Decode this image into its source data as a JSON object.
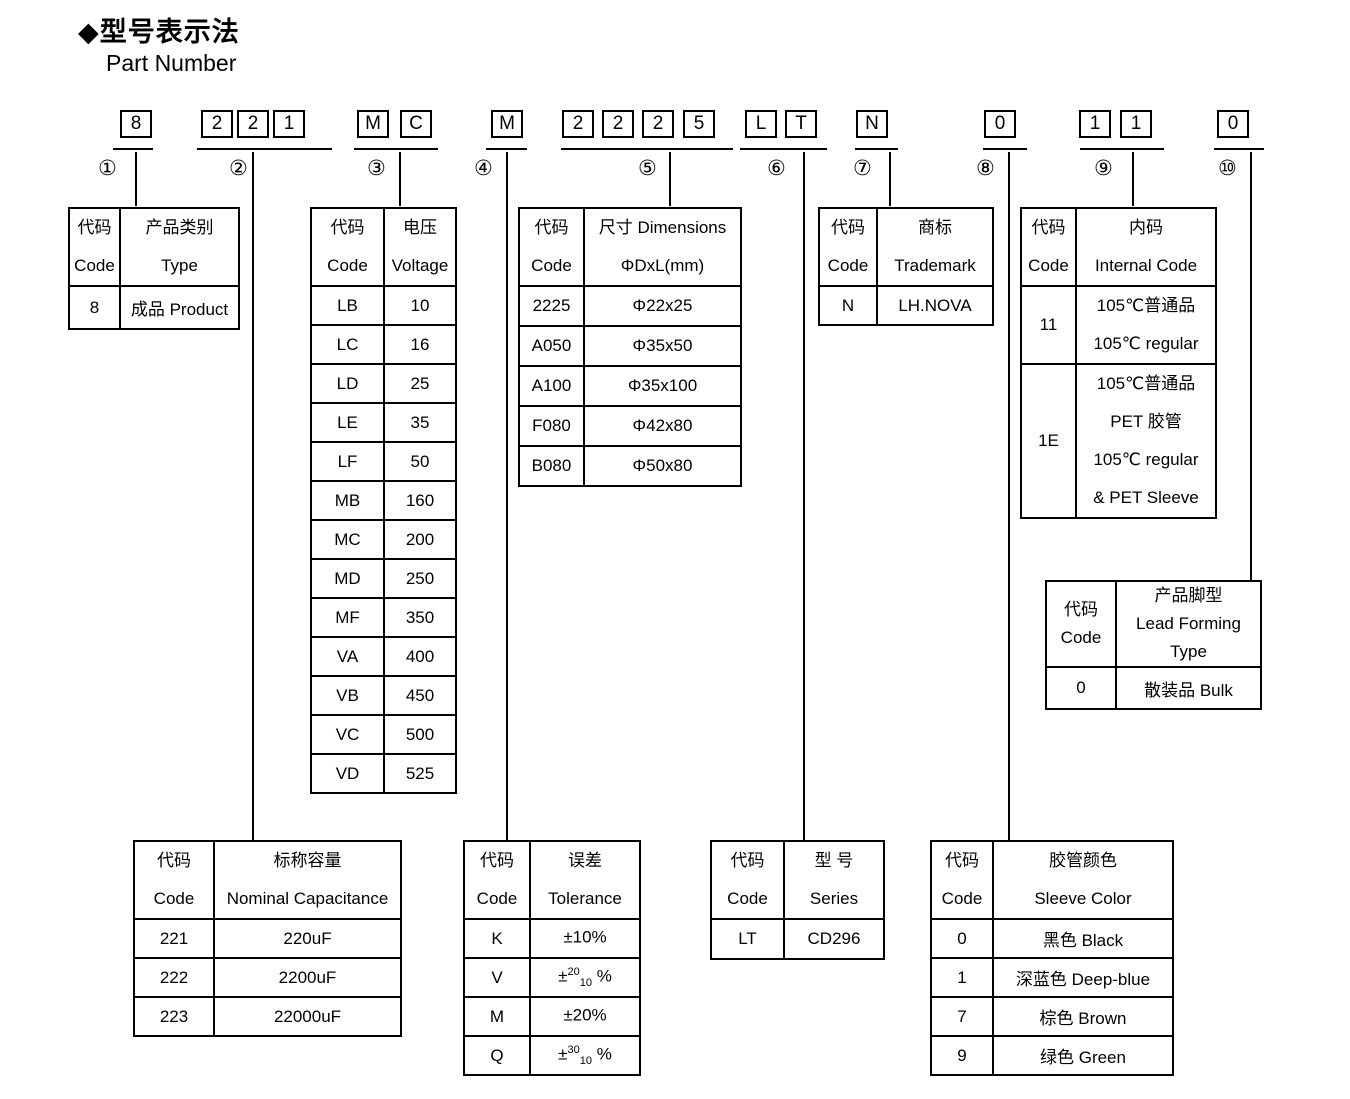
{
  "title": {
    "zh": "◆型号表示法",
    "en": "Part Number"
  },
  "part_number": {
    "groups": [
      {
        "circle": "①",
        "chars": [
          "8"
        ]
      },
      {
        "circle": "②",
        "chars": [
          "2",
          "2",
          "1"
        ]
      },
      {
        "circle": "③",
        "chars": [
          "M",
          "C"
        ]
      },
      {
        "circle": "④",
        "chars": [
          "M"
        ]
      },
      {
        "circle": "⑤",
        "chars": [
          "2",
          "2",
          "2",
          "5"
        ]
      },
      {
        "circle": "⑥",
        "chars": [
          "L",
          "T"
        ]
      },
      {
        "circle": "⑦",
        "chars": [
          "N"
        ]
      },
      {
        "circle": "⑧",
        "chars": [
          "0"
        ]
      },
      {
        "circle": "⑨",
        "chars": [
          "1",
          "1"
        ]
      },
      {
        "circle": "⑩",
        "chars": [
          "0"
        ]
      }
    ]
  },
  "tables": {
    "product": {
      "header": {
        "c1": [
          "代码",
          "Code"
        ],
        "c2": [
          "产品类别",
          "Type"
        ]
      },
      "rows": [
        [
          "8",
          "成品 Product"
        ]
      ]
    },
    "capacitance": {
      "header": {
        "c1": [
          "代码",
          "Code"
        ],
        "c2": [
          "标称容量",
          "Nominal Capacitance"
        ]
      },
      "rows": [
        [
          "221",
          "220uF"
        ],
        [
          "222",
          "2200uF"
        ],
        [
          "223",
          "22000uF"
        ]
      ]
    },
    "voltage": {
      "header": {
        "c1": [
          "代码",
          "Code"
        ],
        "c2": [
          "电压",
          "Voltage"
        ]
      },
      "rows": [
        [
          "LB",
          "10"
        ],
        [
          "LC",
          "16"
        ],
        [
          "LD",
          "25"
        ],
        [
          "LE",
          "35"
        ],
        [
          "LF",
          "50"
        ],
        [
          "MB",
          "160"
        ],
        [
          "MC",
          "200"
        ],
        [
          "MD",
          "250"
        ],
        [
          "MF",
          "350"
        ],
        [
          "VA",
          "400"
        ],
        [
          "VB",
          "450"
        ],
        [
          "VC",
          "500"
        ],
        [
          "VD",
          "525"
        ]
      ]
    },
    "tolerance": {
      "header": {
        "c1": [
          "代码",
          "Code"
        ],
        "c2": [
          "误差",
          "Tolerance"
        ]
      },
      "rows": [
        {
          "code": "K",
          "pre": "±10%",
          "sup": "",
          "sub": "",
          "post": ""
        },
        {
          "code": "V",
          "pre": "±",
          "sup": "20",
          "sub": "10",
          "post": " %"
        },
        {
          "code": "M",
          "pre": "±20%",
          "sup": "",
          "sub": "",
          "post": ""
        },
        {
          "code": "Q",
          "pre": "±",
          "sup": "30",
          "sub": "10",
          "post": " %"
        }
      ]
    },
    "dimensions": {
      "header": {
        "c1": [
          "代码",
          "Code"
        ],
        "c2": [
          "尺寸 Dimensions",
          "ΦDxL(mm)"
        ]
      },
      "rows": [
        [
          "2225",
          "Φ22x25"
        ],
        [
          "A050",
          "Φ35x50"
        ],
        [
          "A100",
          "Φ35x100"
        ],
        [
          "F080",
          "Φ42x80"
        ],
        [
          "B080",
          "Φ50x80"
        ]
      ]
    },
    "series": {
      "header": {
        "c1": [
          "代码",
          "Code"
        ],
        "c2": [
          "型 号",
          "Series"
        ]
      },
      "rows": [
        [
          "LT",
          "CD296"
        ]
      ]
    },
    "trademark": {
      "header": {
        "c1": [
          "代码",
          "Code"
        ],
        "c2": [
          "商标",
          "Trademark"
        ]
      },
      "rows": [
        [
          "N",
          "LH.NOVA"
        ]
      ]
    },
    "sleeve": {
      "header": {
        "c1": [
          "代码",
          "Code"
        ],
        "c2": [
          "胶管颜色",
          "Sleeve Color"
        ]
      },
      "rows": [
        [
          "0",
          "黑色 Black"
        ],
        [
          "1",
          "深蓝色 Deep-blue"
        ],
        [
          "7",
          "棕色 Brown"
        ],
        [
          "9",
          "绿色 Green"
        ]
      ]
    },
    "internal": {
      "header": {
        "c1": [
          "代码",
          "Code"
        ],
        "c2": [
          "内码",
          "Internal Code"
        ]
      },
      "rows": [
        {
          "code": "11",
          "lines": [
            "105℃普通品",
            "105℃ regular"
          ]
        },
        {
          "code": "1E",
          "lines": [
            "105℃普通品",
            "PET 胶管",
            "105℃ regular",
            "& PET Sleeve"
          ]
        }
      ]
    },
    "lead": {
      "header": {
        "c1": [
          "代码",
          "Code"
        ],
        "c2": [
          "产品脚型",
          "Lead Forming",
          "Type"
        ]
      },
      "rows": [
        [
          "0",
          "散装品 Bulk"
        ]
      ]
    }
  }
}
